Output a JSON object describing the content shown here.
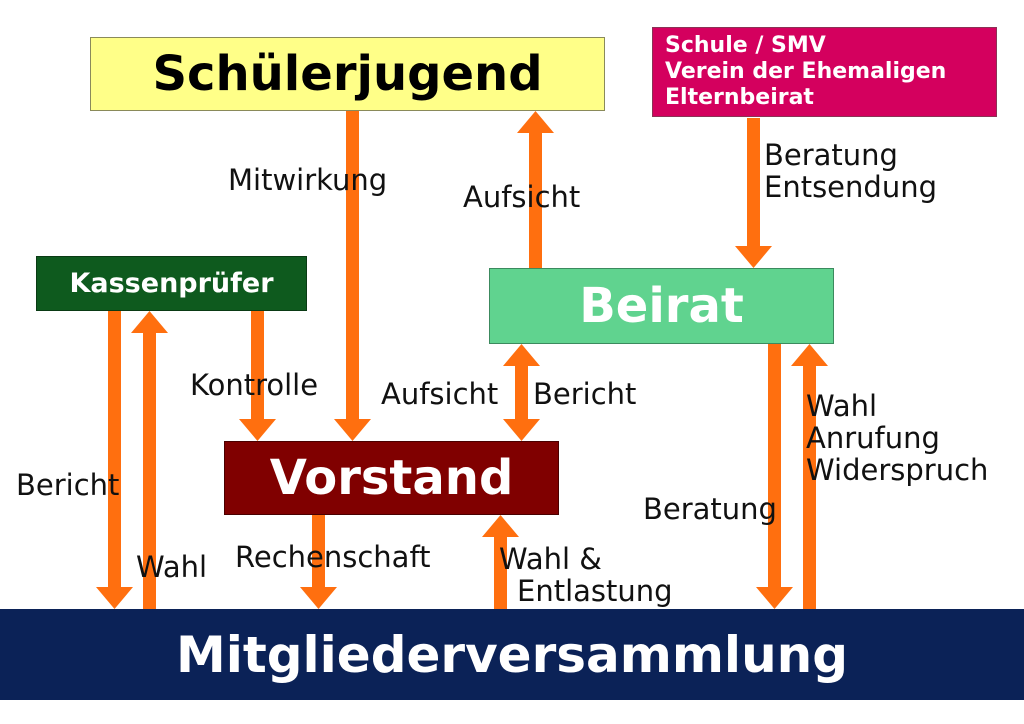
{
  "colors": {
    "arrow": "#ff6f0f",
    "schuelerjugend_fill": "#ffff88",
    "schule_fill": "#d4005e",
    "kassenpruefer_fill": "#0e5a1e",
    "beirat_fill": "#60d38f",
    "vorstand_fill": "#800000",
    "mitglieder_fill": "#0b2257"
  },
  "boxes": {
    "schuelerjugend": "Schülerjugend",
    "schule": [
      "Schule / SMV",
      "Verein der Ehemaligen",
      "Elternbeirat"
    ],
    "kassenpruefer": "Kassenprüfer",
    "beirat": "Beirat",
    "vorstand": "Vorstand",
    "mitgliederversammlung": "Mitgliederversammlung"
  },
  "labels": {
    "mitwirkung": "Mitwirkung",
    "aufsicht_top": "Aufsicht",
    "beratung_entsendung": [
      "Beratung",
      "Entsendung"
    ],
    "kontrolle": "Kontrolle",
    "aufsicht_mid": "Aufsicht",
    "bericht_mid": "Bericht",
    "bericht_left": "Bericht",
    "wahl_left": "Wahl",
    "rechenschaft": "Rechenschaft",
    "wahl_entlastung": [
      "Wahl &",
      "Entlastung"
    ],
    "beratung_right": "Beratung",
    "wahl_anrufung_widerspruch": [
      "Wahl",
      "Anrufung",
      "Widerspruch"
    ]
  }
}
